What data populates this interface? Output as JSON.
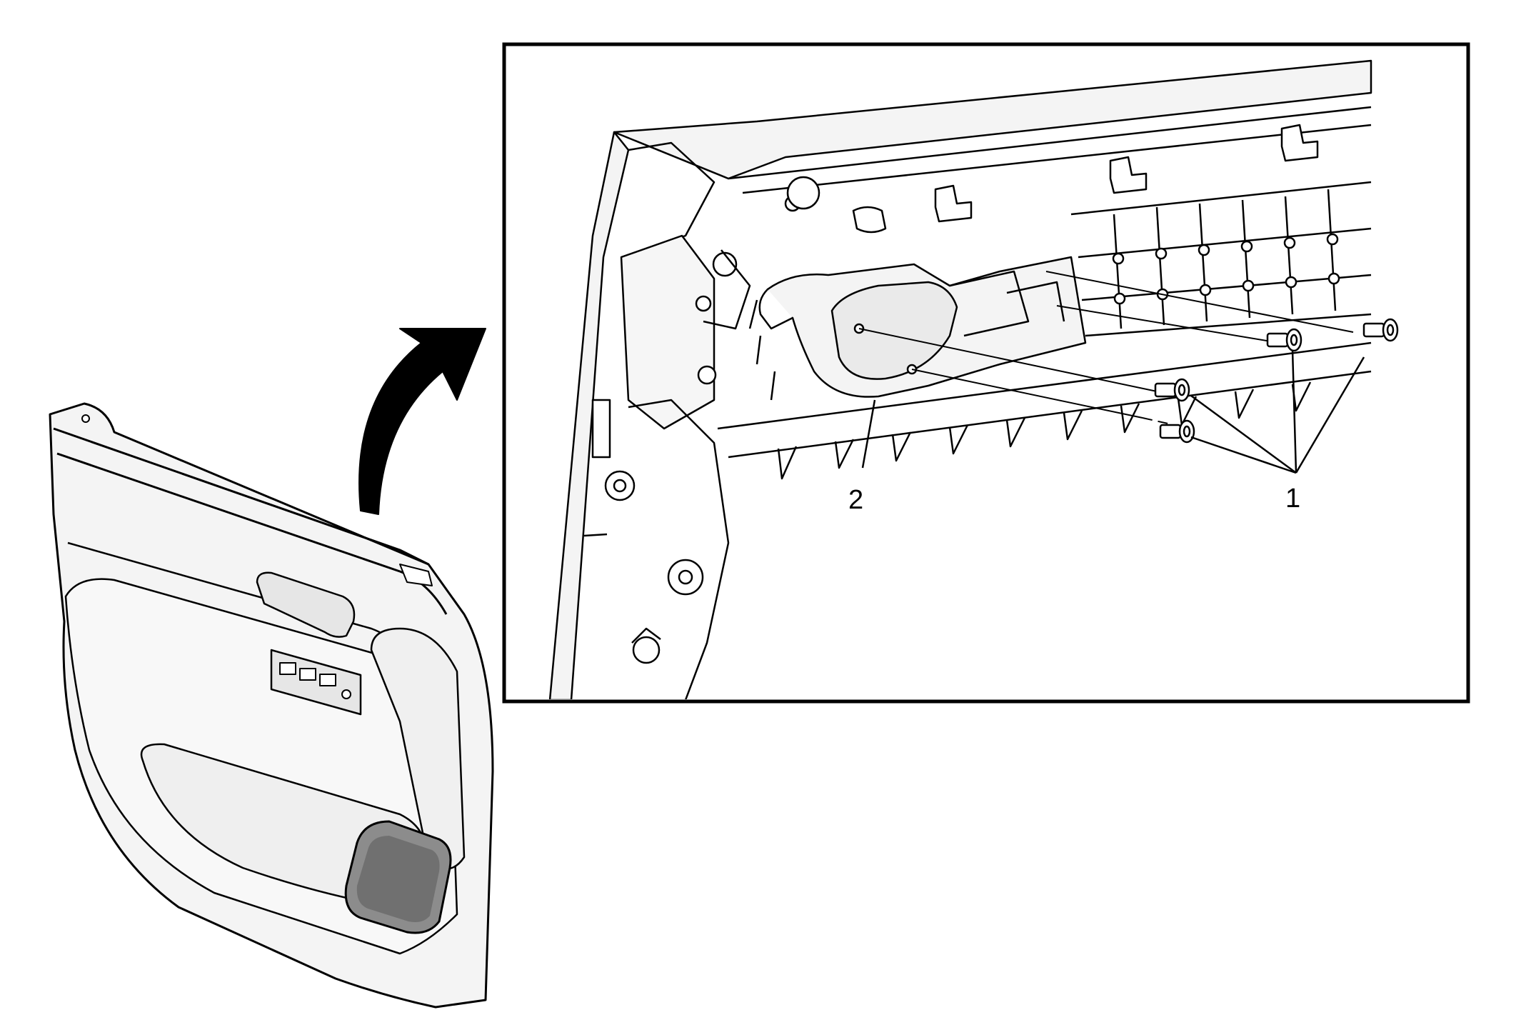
{
  "diagram": {
    "callouts": [
      {
        "id": "1",
        "label": "1"
      },
      {
        "id": "2",
        "label": "2"
      }
    ],
    "colors": {
      "line": "#000000",
      "panel_fill": "#f4f4f4",
      "panel_shade": "#e6e6e6",
      "background": "#ffffff"
    }
  }
}
